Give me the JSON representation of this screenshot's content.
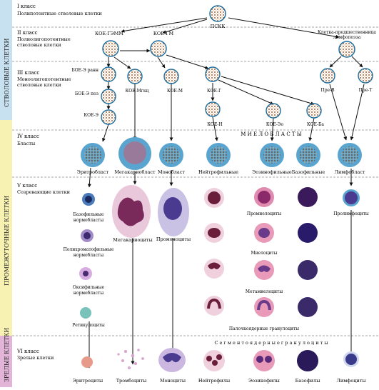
{
  "zones": {
    "stem": "СТВОЛОВЫЕ КЛЕТКИ",
    "intermediate": "ПРОМЕЖУТОЧНЫЕ КЛЕТКИ",
    "mature": "ЗРЕЛЫЕ КЛЕТКИ"
  },
  "classes": {
    "c1": {
      "title": "I класс",
      "desc": "Полипотентные стволовые клетки"
    },
    "c2": {
      "title": "II класс",
      "desc1": "Полиолигопотентные",
      "desc2": "стволовые клетки"
    },
    "c3": {
      "title": "III класс",
      "desc1": "Моноолигопотентные",
      "desc2": "стволовые клетки"
    },
    "c4": {
      "title": "IV класс",
      "desc": "Бласты"
    },
    "c5": {
      "title": "V класс",
      "desc": "Созревающие клетки"
    },
    "c6": {
      "title": "VI класс",
      "desc": "Зрелые клетки"
    }
  },
  "stem_cells": {
    "pskk": "ПСКК",
    "koe_gemm": "КОЕ-ГЭММ",
    "koe_gm": "КОЕ-ГМ",
    "lymph_precursor1": "Клетка-предшественница",
    "lymph_precursor2": "лимфопоэза",
    "boe_e_early": "БОЕ-Э ранн",
    "boe_e_late": "БОЕ-Э поз",
    "koe_e": "КОЕ-Э",
    "koe_meg": "КОЕ-Мгкц",
    "koe_m": "КОЕ-М",
    "koe_g": "КОЕ-Г",
    "pre_b": "Пре-В",
    "pre_t": "Пре-Т",
    "koe_n": "КОЕ-Н",
    "koe_eo": "КОЕ-Эо",
    "koe_ba": "КОЕ-Ба"
  },
  "blasts": {
    "myeloblasts": "М И Е Л О Б Л А С Т Ы",
    "erythroblast": "Эритробласт",
    "megakaryoblast": "Мегакариобласт",
    "monoblast": "Монобласт",
    "neutrophil": "Нейтрофильные",
    "eosinophil": "Эозинофильные",
    "basophil": "Базофильные",
    "lymphoblast": "Лимфобласт"
  },
  "maturing": {
    "baso_norm1": "Базофильные",
    "baso_norm2": "нормобласты",
    "poly_norm1": "Полихроматофильные",
    "poly_norm2": "нормобласты",
    "oxy_norm1": "Оксифильные",
    "oxy_norm2": "нормобласты",
    "reticulocytes": "Ретикулоциты",
    "megakaryocytes": "Мегакариоциты",
    "promonocytes": "Промоноциты",
    "promyelocytes": "Промиелоциты",
    "myelocytes": "Миелоциты",
    "metamyelocytes": "Метамиелоциты",
    "band": "Палочкоядерные гранулоциты",
    "prolymphocytes": "Пролимфоциты"
  },
  "mature": {
    "segmented": "С е г м е н т о я д е р н ы е   г р а н у л о ц и т ы",
    "erythrocytes": "Эритроциты",
    "platelets": "Тромбоциты",
    "monocytes": "Моноциты",
    "neutrophils": "Нейтрофилы",
    "eosinophils": "Эозинофилы",
    "basophils": "Базофилы",
    "lymphocytes": "Лимфоциты"
  },
  "colors": {
    "stem_band": "#c7e1f0",
    "intermediate_band": "#f8f2b2",
    "mature_band": "#e2b5d8",
    "stem_cell": "#d98a3c",
    "blast_ring": "#5aa5cf"
  }
}
